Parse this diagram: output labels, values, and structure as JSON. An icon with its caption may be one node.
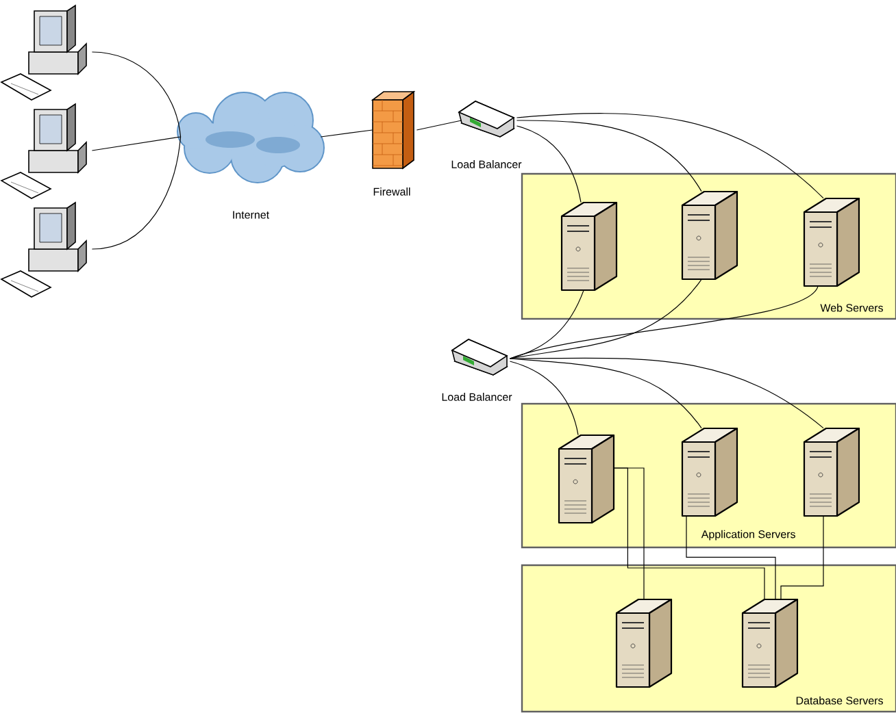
{
  "diagram": {
    "nodes": [
      {
        "text": [],
        "shape": "computer"
      },
      {
        "text": [],
        "shape": "computer"
      },
      {
        "text": [],
        "shape": "computer"
      },
      {
        "text": [
          "Internet"
        ]
      },
      {
        "text": [
          "Firewall"
        ]
      },
      {
        "text": [
          "Load Balancer"
        ]
      },
      {
        "text": [
          "Web Servers"
        ]
      },
      {
        "text": [],
        "shape": "server",
        "in": 6
      },
      {
        "text": [],
        "shape": "server",
        "in": 6
      },
      {
        "text": [],
        "shape": "server",
        "in": 6
      },
      {
        "text": [
          "Load Balancer"
        ]
      },
      {
        "text": [
          "Application Servers"
        ]
      },
      {
        "text": [],
        "shape": "server",
        "in": 11
      },
      {
        "text": [],
        "shape": "server",
        "in": 11
      },
      {
        "text": [],
        "shape": "server",
        "in": 11
      },
      {
        "text": [
          "Database Servers"
        ]
      },
      {
        "text": [],
        "shape": "server",
        "in": 15
      },
      {
        "text": [],
        "shape": "server",
        "in": 15
      }
    ],
    "edges": [
      {
        "from": 0,
        "to": 3,
        "arrow": "none"
      },
      {
        "from": 1,
        "to": 3,
        "arrow": "none"
      },
      {
        "from": 2,
        "to": 3,
        "arrow": "none"
      },
      {
        "from": 3,
        "to": 4,
        "arrow": "none"
      },
      {
        "from": 4,
        "to": 5,
        "arrow": "none"
      },
      {
        "from": 5,
        "to": 7,
        "arrow": "none"
      },
      {
        "from": 5,
        "to": 8,
        "arrow": "none"
      },
      {
        "from": 5,
        "to": 9,
        "arrow": "none"
      },
      {
        "from": 7,
        "to": 10,
        "arrow": "none"
      },
      {
        "from": 8,
        "to": 10,
        "arrow": "none"
      },
      {
        "from": 9,
        "to": 10,
        "arrow": "none"
      },
      {
        "from": 10,
        "to": 12,
        "arrow": "none"
      },
      {
        "from": 10,
        "to": 13,
        "arrow": "none"
      },
      {
        "from": 10,
        "to": 14,
        "arrow": "none"
      },
      {
        "from": 12,
        "to": 16,
        "arrow": "none"
      },
      {
        "from": 12,
        "to": 17,
        "arrow": "none"
      },
      {
        "from": 13,
        "to": 17,
        "arrow": "none"
      },
      {
        "from": 14,
        "to": 17,
        "arrow": "none"
      }
    ]
  }
}
